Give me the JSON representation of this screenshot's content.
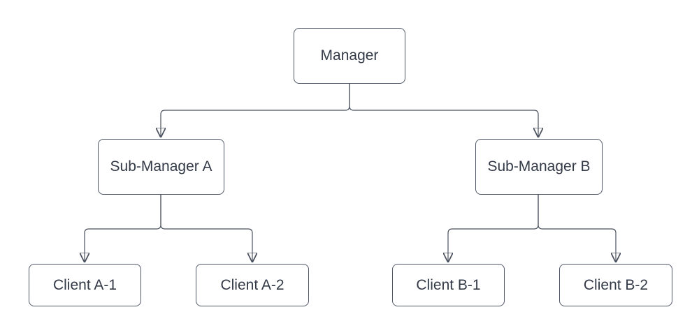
{
  "diagram": {
    "type": "org-chart",
    "colors": {
      "background": "#ffffff",
      "node_fill": "#ffffff",
      "node_border": "#505868",
      "text": "#333a47",
      "connector": "#49505e",
      "arrowhead": "#2f3642"
    },
    "nodes": [
      {
        "id": "manager",
        "label": "Manager",
        "level": 0
      },
      {
        "id": "sub-manager-a",
        "label": "Sub-Manager A",
        "level": 1
      },
      {
        "id": "sub-manager-b",
        "label": "Sub-Manager B",
        "level": 1
      },
      {
        "id": "client-a-1",
        "label": "Client A-1",
        "level": 2
      },
      {
        "id": "client-a-2",
        "label": "Client A-2",
        "level": 2
      },
      {
        "id": "client-b-1",
        "label": "Client B-1",
        "level": 2
      },
      {
        "id": "client-b-2",
        "label": "Client B-2",
        "level": 2
      }
    ],
    "edges": [
      {
        "from": "manager",
        "to": "sub-manager-a",
        "style": "elbow-arrow"
      },
      {
        "from": "manager",
        "to": "sub-manager-b",
        "style": "elbow-arrow"
      },
      {
        "from": "sub-manager-a",
        "to": "client-a-1",
        "style": "elbow-arrow"
      },
      {
        "from": "sub-manager-a",
        "to": "client-a-2",
        "style": "elbow-arrow"
      },
      {
        "from": "sub-manager-b",
        "to": "client-b-1",
        "style": "elbow-arrow"
      },
      {
        "from": "sub-manager-b",
        "to": "client-b-2",
        "style": "elbow-arrow"
      }
    ]
  }
}
